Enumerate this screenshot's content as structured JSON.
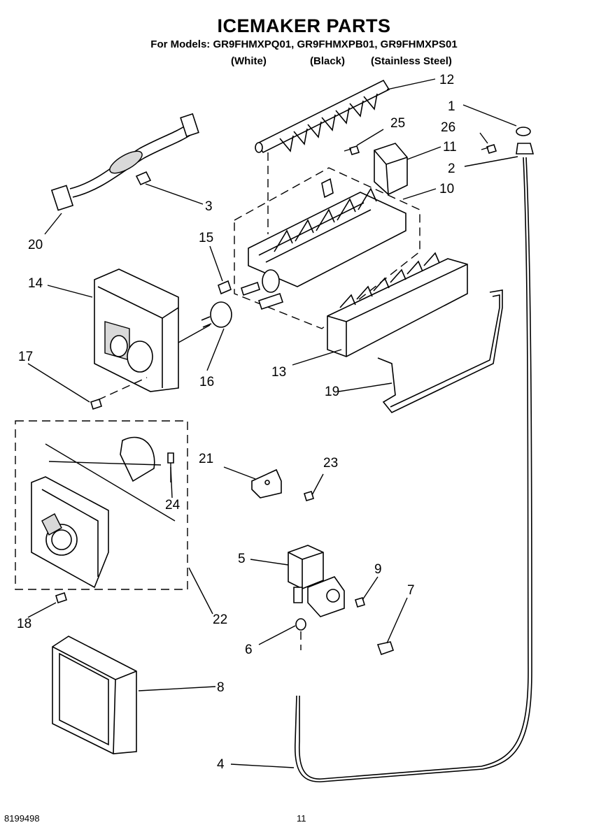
{
  "header": {
    "title": "ICEMAKER PARTS",
    "models_line": "For Models: GR9FHMXPQ01, GR9FHMXPB01, GR9FHMXPS01",
    "variants": [
      "(White)",
      "(Black)",
      "(Stainless Steel)"
    ]
  },
  "callouts": [
    "1",
    "2",
    "3",
    "4",
    "5",
    "6",
    "7",
    "8",
    "9",
    "10",
    "11",
    "12",
    "13",
    "14",
    "15",
    "16",
    "17",
    "18",
    "19",
    "20",
    "21",
    "22",
    "23",
    "24",
    "25",
    "26"
  ],
  "footer": {
    "doc_number": "8199498",
    "page_number": "11"
  }
}
